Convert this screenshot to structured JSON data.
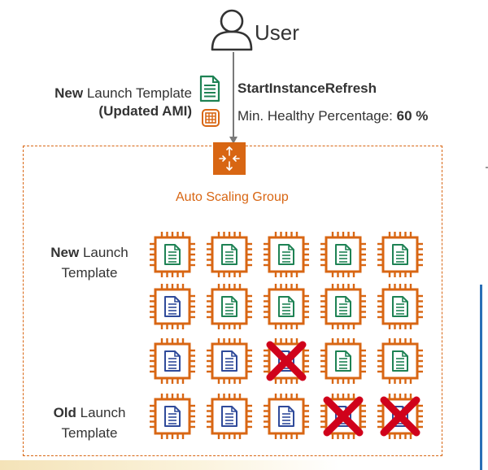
{
  "user": {
    "label": "User"
  },
  "new_template": {
    "prefix": "New",
    "text": " Launch Template",
    "ami": "(Updated AMI)"
  },
  "refresh": {
    "action": "StartInstanceRefresh",
    "min_label": "Min. Healthy Percentage: ",
    "min_value": "60 %"
  },
  "asg": {
    "label": "Auto Scaling Group"
  },
  "side_labels": {
    "new_prefix": "New",
    "new_rest": " Launch",
    "new_line2": "Template",
    "old_prefix": "Old",
    "old_rest": " Launch",
    "old_line2": "Template"
  },
  "colors": {
    "chip": "#d86613",
    "new_doc": "#1e8254",
    "old_doc": "#2f4a9a",
    "cross": "#d0021b",
    "border": "#d86613"
  },
  "instances": [
    [
      {
        "t": "new",
        "x": false
      },
      {
        "t": "new",
        "x": false
      },
      {
        "t": "new",
        "x": false
      },
      {
        "t": "new",
        "x": false
      },
      {
        "t": "new",
        "x": false
      }
    ],
    [
      {
        "t": "old",
        "x": false
      },
      {
        "t": "new",
        "x": false
      },
      {
        "t": "new",
        "x": false
      },
      {
        "t": "new",
        "x": false
      },
      {
        "t": "new",
        "x": false
      }
    ],
    [
      {
        "t": "old",
        "x": false
      },
      {
        "t": "old",
        "x": false
      },
      {
        "t": "old",
        "x": true
      },
      {
        "t": "new",
        "x": false
      },
      {
        "t": "new",
        "x": false
      }
    ],
    [
      {
        "t": "old",
        "x": false
      },
      {
        "t": "old",
        "x": false
      },
      {
        "t": "old",
        "x": false
      },
      {
        "t": "old",
        "x": true
      },
      {
        "t": "old",
        "x": true
      }
    ]
  ]
}
